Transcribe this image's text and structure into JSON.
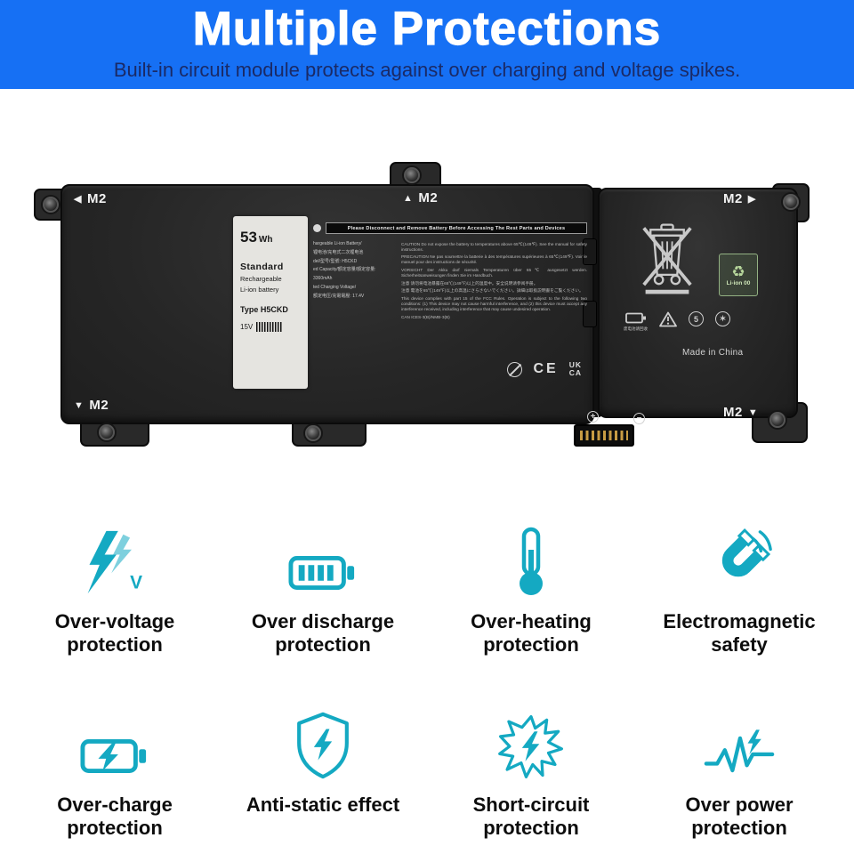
{
  "colors": {
    "header_bg": "#1670f4",
    "accent": "#14a9c2",
    "title_color": "#ffffff",
    "subtitle_color": "#1a2a66"
  },
  "header": {
    "title": "Multiple Protections",
    "subtitle": "Built-in circuit module protects against over charging and voltage spikes."
  },
  "battery": {
    "markings": [
      {
        "arrow": "◀",
        "text": "M2"
      },
      {
        "arrow": "▲",
        "text": "M2"
      },
      {
        "arrow": "▶",
        "text": "M2"
      },
      {
        "arrow": "▼",
        "text": "M2"
      },
      {
        "arrow": "▼",
        "text": "M2"
      }
    ],
    "sticker": {
      "wh_value": "53",
      "wh_unit": "Wh",
      "grade": "Standard",
      "line1": "Rechargeable",
      "line2": "Li-ion battery",
      "model": "Type H5CKD",
      "voltage": "15V"
    },
    "print": {
      "warning": "Please Disconnect and Remove Battery Before Accessing The Rest Parts and Devices",
      "specs": [
        "hargeable Li-ion Battery/",
        "锂电池/充电式二次锂电池",
        "del/型号/型號: H5CKD",
        "ed Capacity/额定容量/額定容量:",
        "3360mAh",
        "ted Charging Voltage/",
        "额定电压/充電電壓: 17.4V"
      ],
      "cautions": [
        "CAUTION Do not expose the battery to temperatures above 65℃(149℉). See the manual for safety instructions.",
        "PRECAUTION Ne pas soumettre la batterie à des températures supérieures à 65℃(149℉). Voir le manuel pour des instructions de sécurité.",
        "VORSICHT Der Akku darf niemals Temperaturen über 65℃ ausgesetzt werden. Sicherheitsanweisungen finden Sie im Handbuch.",
        "注意 请勿将电池暴露在65℃(149℉)以上的温度中。安全说明请参阅手册。",
        "注意 電池を65℃(149℉)以上の高温にさらさないでください。詳細は取扱説明書をご覧ください。",
        "This device complies with part 15 of the FCC Rules. Operation is subject to the following two conditions: (1) This device may not cause harmful interference, and (2) this device must accept any interference received, including interference that may cause undesired operation.",
        "CAN ICES-3(B)/NMB-3(B)"
      ],
      "ce": "CE",
      "ukca1": "UK",
      "ukca2": "CA"
    },
    "right": {
      "recycle_glyph": "♻",
      "li_ion": "Li-ion 00",
      "recycle_cn": "废电池请回收",
      "epup": "5",
      "star": "✶",
      "made_in": "Made in China"
    },
    "terminals": {
      "plus": "+",
      "minus": "−"
    }
  },
  "features": [
    {
      "name": "over-voltage",
      "label": "Over-voltage protection",
      "badge": "V"
    },
    {
      "name": "over-discharge",
      "label": "Over discharge protection"
    },
    {
      "name": "over-heating",
      "label": "Over-heating protection"
    },
    {
      "name": "electromagnetic",
      "label": "Electromagnetic safety"
    },
    {
      "name": "over-charge",
      "label": "Over-charge protection"
    },
    {
      "name": "anti-static",
      "label": "Anti-static effect"
    },
    {
      "name": "short-circuit",
      "label": "Short-circuit protection"
    },
    {
      "name": "over-power",
      "label": "Over power protection"
    }
  ]
}
